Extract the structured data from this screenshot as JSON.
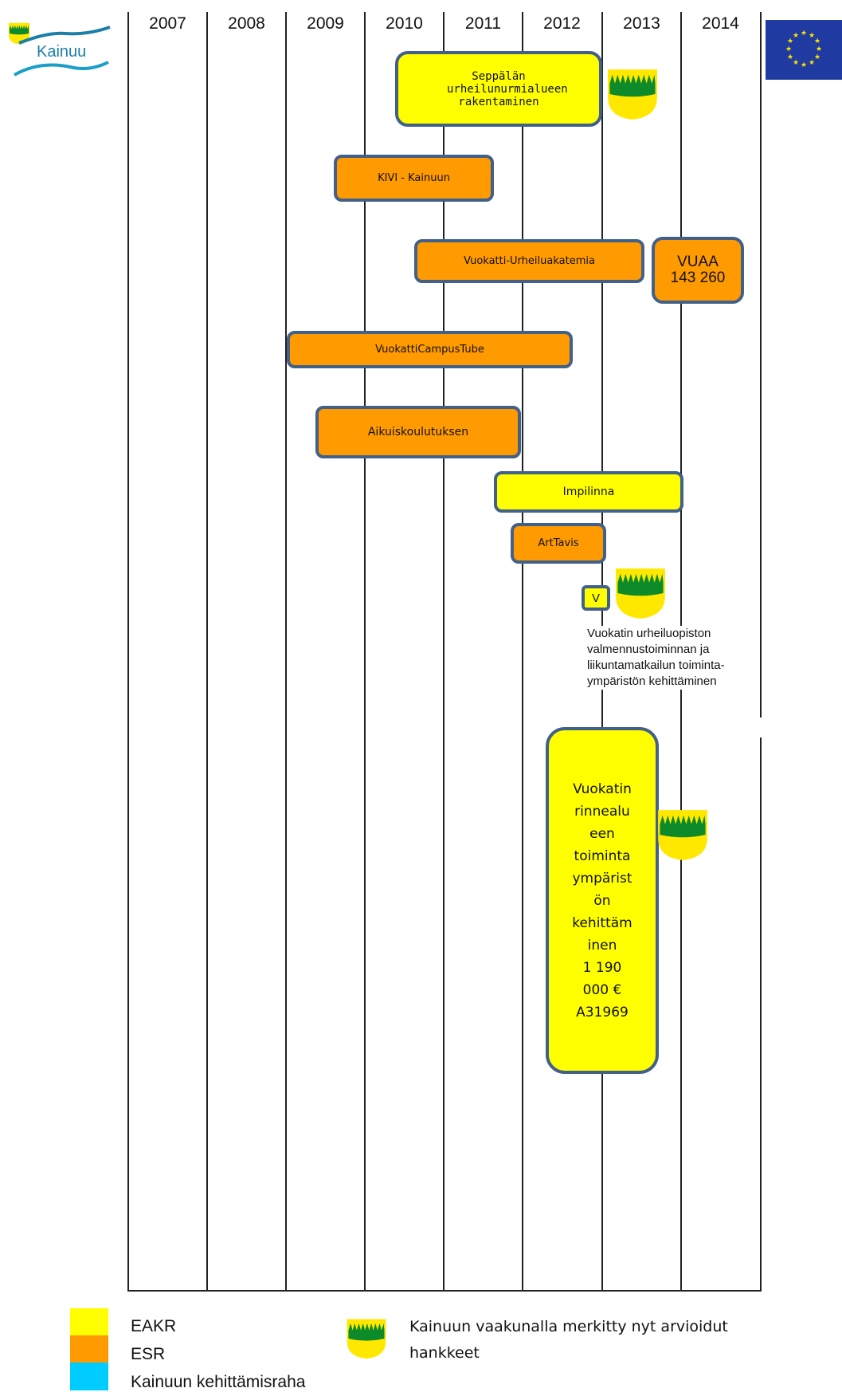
{
  "years": [
    "2007",
    "2008",
    "2009",
    "2010",
    "2011",
    "2012",
    "2013",
    "2014"
  ],
  "logo": {
    "text": "Kainuu"
  },
  "projects": {
    "seppala": "Seppälän urheilunurmialueen rakentaminen",
    "kivi": "KIVI - Kainuun",
    "vuokatti_urheiluakatemia": "Vuokatti-Urheiluakatemia",
    "vuaa_name": "VUAA",
    "vuaa_amount": "143 260",
    "campustube": "VuokattiCampusTube",
    "aikuiskoulutus": "Aikuiskoulutuksen",
    "impilinna": "Impilinna",
    "arttavis": "ArtTavis",
    "v_label": "V",
    "v_description": [
      "Vuokatin urheiluopiston",
      "valmennustoiminnan ja",
      "liikuntamatkailun toiminta-",
      "ympäristön kehittäminen"
    ],
    "rinne_lines": [
      "Vuokatin",
      "rinnealu",
      "een",
      "toiminta",
      "ympärist",
      "ön",
      "kehittäm",
      "inen",
      "1 190",
      "000 €",
      "A31969"
    ]
  },
  "legend": {
    "items": [
      {
        "label": "EAKR",
        "color": "#ffff00"
      },
      {
        "label": "ESR",
        "color": "#ff9a00"
      },
      {
        "label": "Kainuun kehittämisraha",
        "color": "#00ccff"
      }
    ],
    "coat_note_line1": "Kainuun vaakunalla merkitty nyt arvioidut",
    "coat_note_line2": "hankkeet"
  },
  "colors": {
    "eakr": "#ffff00",
    "esr": "#ff9a00",
    "border": "#41608a",
    "coat_green": "#0d8a2a"
  }
}
